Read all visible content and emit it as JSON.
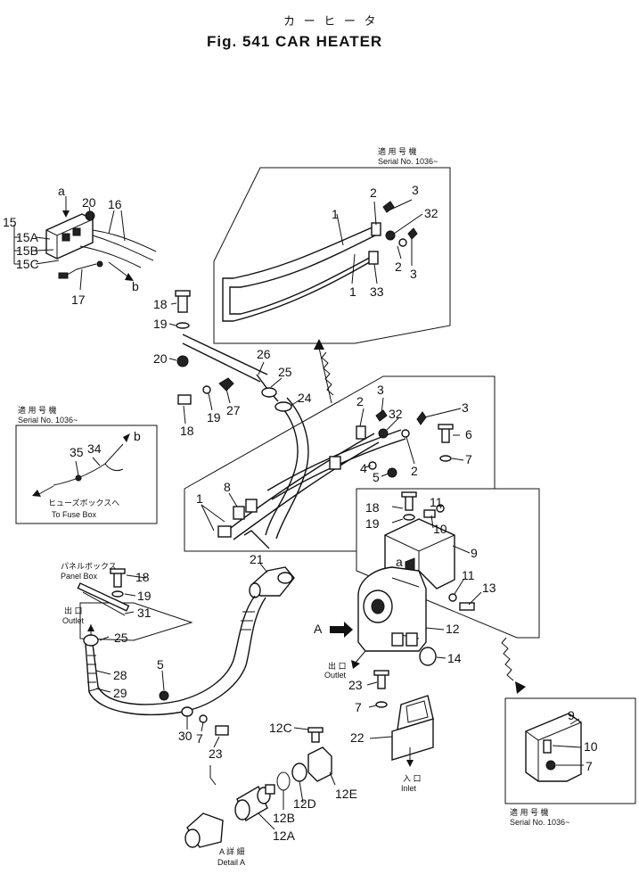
{
  "header": {
    "subtitle_jp": "カ ー  ヒ ー タ",
    "title": "Fig. 541 CAR HEATER"
  },
  "serial_notes": {
    "jp": "適 用 号 機",
    "text": "Serial No. 1036~"
  },
  "labels": {
    "to_fuse_box_jp": "ヒューズボックスへ",
    "to_fuse_box": "To Fuse Box",
    "panel_box_jp": "パネルボックス",
    "panel_box": "Panel Box",
    "outlet_jp": "出 口",
    "outlet": "Outlet",
    "inlet_jp": "入 口",
    "inlet": "Inlet",
    "detail_jp": "A 詳 細",
    "detail": "Detail A",
    "view_a": "A",
    "ref_a": "a",
    "ref_b": "b"
  },
  "parts": {
    "p1": "1",
    "p2": "2",
    "p3": "3",
    "p4": "4",
    "p5": "5",
    "p6": "6",
    "p7": "7",
    "p8": "8",
    "p9": "9",
    "p10": "10",
    "p11": "11",
    "p12": "12",
    "p13": "13",
    "p14": "14",
    "p15": "15",
    "p15a": "15A",
    "p15b": "15B",
    "p15c": "15C",
    "p16": "16",
    "p17": "17",
    "p18": "18",
    "p19": "19",
    "p20": "20",
    "p21": "21",
    "p22": "22",
    "p23": "23",
    "p24": "24",
    "p25": "25",
    "p26": "26",
    "p27": "27",
    "p28": "28",
    "p29": "29",
    "p30": "30",
    "p31": "31",
    "p32": "32",
    "p33": "33",
    "p34": "34",
    "p35": "35",
    "p12a": "12A",
    "p12b": "12B",
    "p12c": "12C",
    "p12d": "12D",
    "p12e": "12E"
  }
}
